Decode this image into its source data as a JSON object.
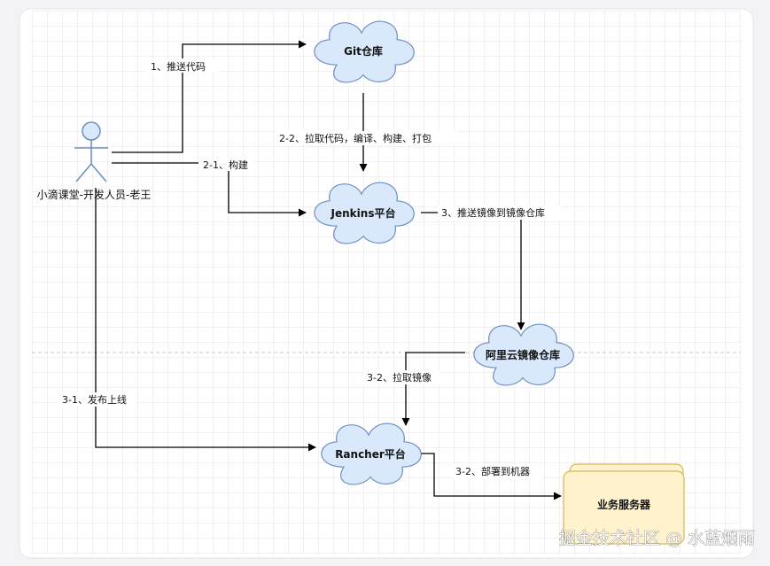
{
  "diagram": {
    "actor": {
      "label": "小滴课堂-开发人员-老王",
      "icon": "person-icon"
    },
    "nodes": {
      "git": "Git仓库",
      "jenkins": "Jenkins平台",
      "aliyun": "阿里云镜像仓库",
      "rancher": "Rancher平台",
      "server": "业务服务器"
    },
    "edges": {
      "push_code": "1、推送代码",
      "build": "2-1、构建",
      "pull_compile": "2-2、拉取代码，编译、构建、打包",
      "push_image": "3、推送镜像到镜像仓库",
      "pull_image": "3-2、拉取镜像",
      "release": "3-1、发布上线",
      "deploy": "3-2、部署到机器"
    },
    "colors": {
      "cloud_fill": "#dae8fc",
      "cloud_stroke": "#6c8ebf",
      "server_fill": "#fff2cc",
      "server_stroke": "#d6b656",
      "edge": "#000000"
    }
  },
  "watermark": "掘金技术社区 @ 水蓝烟雨"
}
